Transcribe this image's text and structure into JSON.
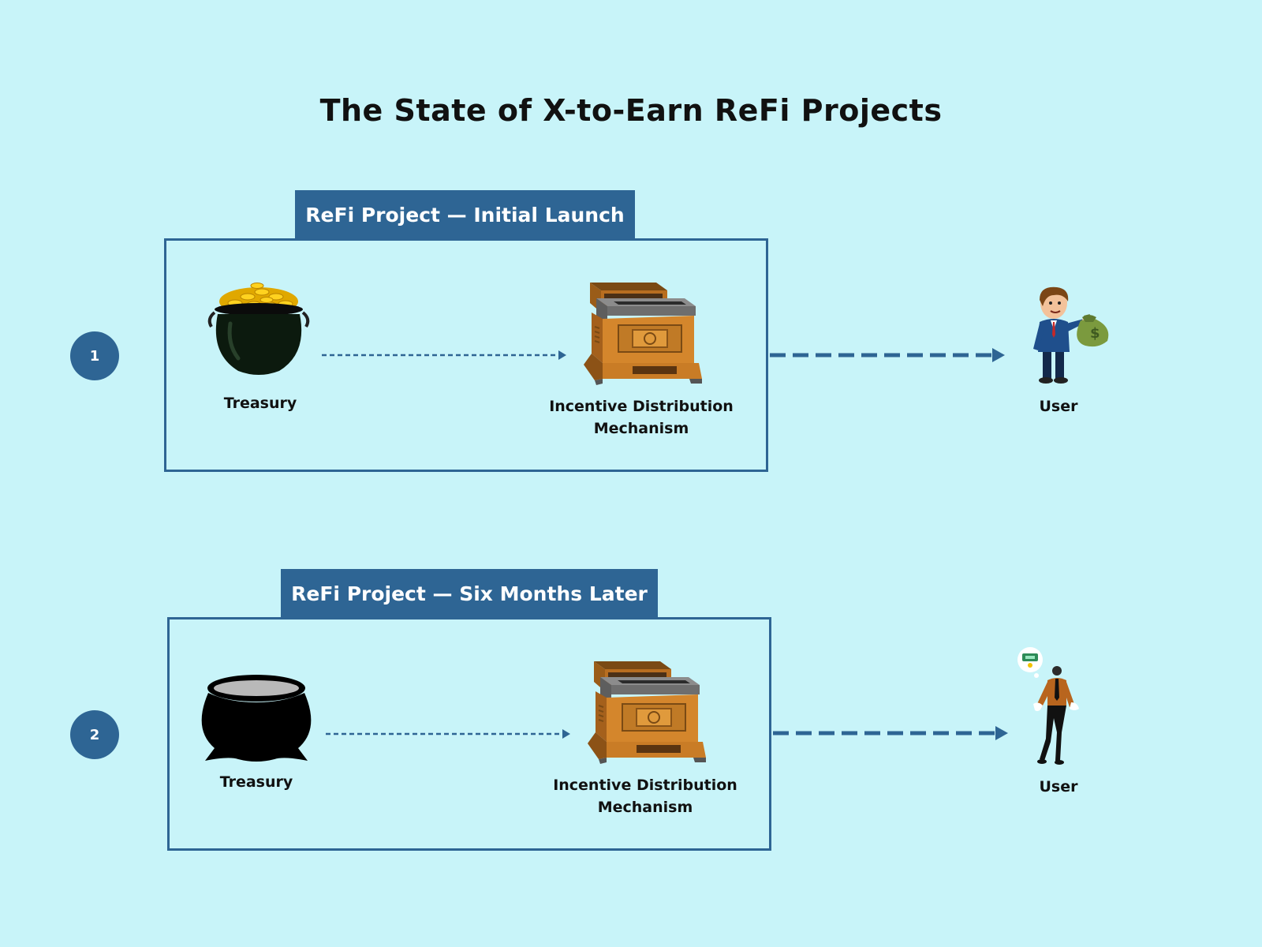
{
  "title": "The State of X-to-Earn ReFi Projects",
  "colors": {
    "background": "#c8f4f9",
    "accent": "#2e6594"
  },
  "panels": [
    {
      "step": "1",
      "header": "ReFi Project — Initial Launch",
      "treasury_label": "Treasury",
      "treasury_state": "full-pot-of-gold",
      "mechanism_label_line1": "Incentive Distribution",
      "mechanism_label_line2": "Mechanism",
      "user_label": "User",
      "user_state": "businessman-holding-money-bag"
    },
    {
      "step": "2",
      "header": "ReFi Project — Six Months Later",
      "treasury_label": "Treasury",
      "treasury_state": "empty-pot",
      "mechanism_label_line1": "Incentive Distribution",
      "mechanism_label_line2": "Mechanism",
      "user_label": "User",
      "user_state": "man-with-empty-pockets"
    }
  ]
}
